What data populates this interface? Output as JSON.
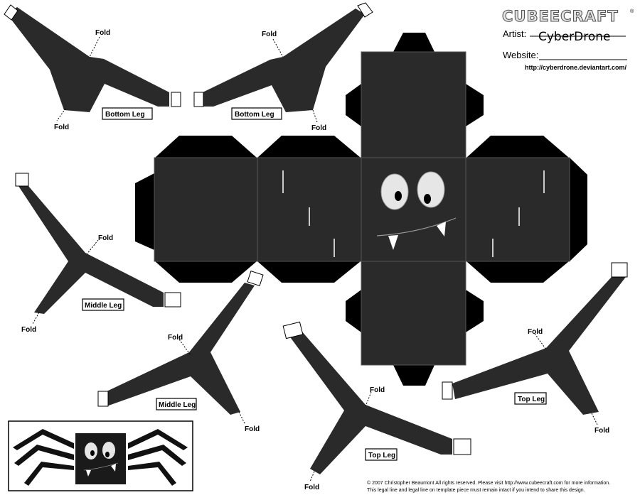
{
  "header": {
    "logo": "CUBEECRAFT",
    "registered": "®",
    "artist_label": "Artist:",
    "artist_name": "CyberDrone",
    "website_label": "Website:",
    "website_url": "http://cyberdrone.deviantart.com/"
  },
  "labels": {
    "fold": "Fold",
    "bottom_leg": "Bottom Leg",
    "middle_leg": "Middle Leg",
    "top_leg": "Top Leg"
  },
  "footer": {
    "line1": "© 2007 Christopher Beaumont All rights reserved. Please visit http://www.cubeecraft.com for more information.",
    "line2": "This legal line and legal line on template piece must remain intact if you intend to share this design."
  },
  "colors": {
    "piece": "#2a2a2a",
    "tab": "#000000",
    "paper": "#ffffff"
  }
}
